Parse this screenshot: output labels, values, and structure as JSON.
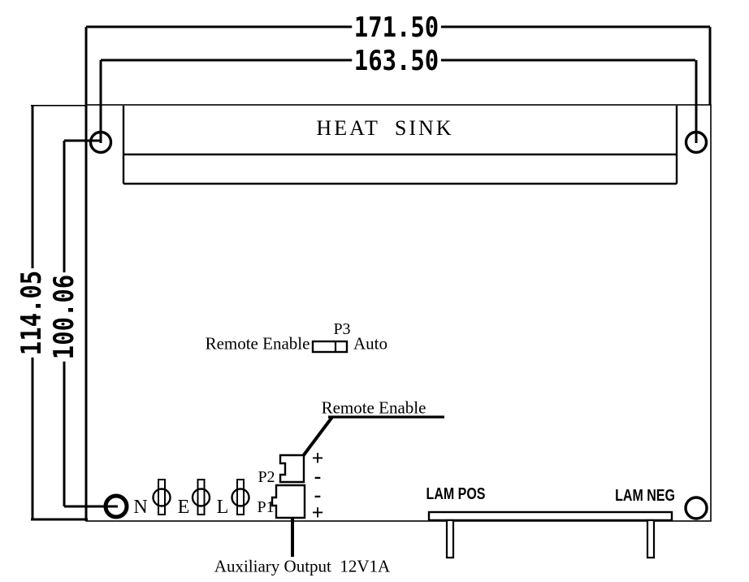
{
  "colors": {
    "ink": "#000000",
    "background": "#ffffff"
  },
  "dimensions": {
    "top_outer": "171.50",
    "top_inner": "163.50",
    "left_outer": "114.05",
    "left_inner": "100.06"
  },
  "heat_sink": {
    "label": "HEAT SINK"
  },
  "jumper_p3": {
    "designator": "P3",
    "left_option": "Remote Enable",
    "right_option": "Auto"
  },
  "callout": {
    "label": "Remote Enable"
  },
  "connector_p2": {
    "designator": "P2",
    "pin_top": "+",
    "pin_bottom": "-"
  },
  "connector_p1": {
    "designator": "P1",
    "pin_top": "-",
    "pin_bottom": "+"
  },
  "mains_terminals": {
    "neutral": "N",
    "earth": "E",
    "live": "L"
  },
  "lamp_outputs": {
    "positive": "LAM POS",
    "negative": "LAM NEG"
  },
  "aux_output": {
    "label": "Auxiliary Output  12V1A"
  }
}
